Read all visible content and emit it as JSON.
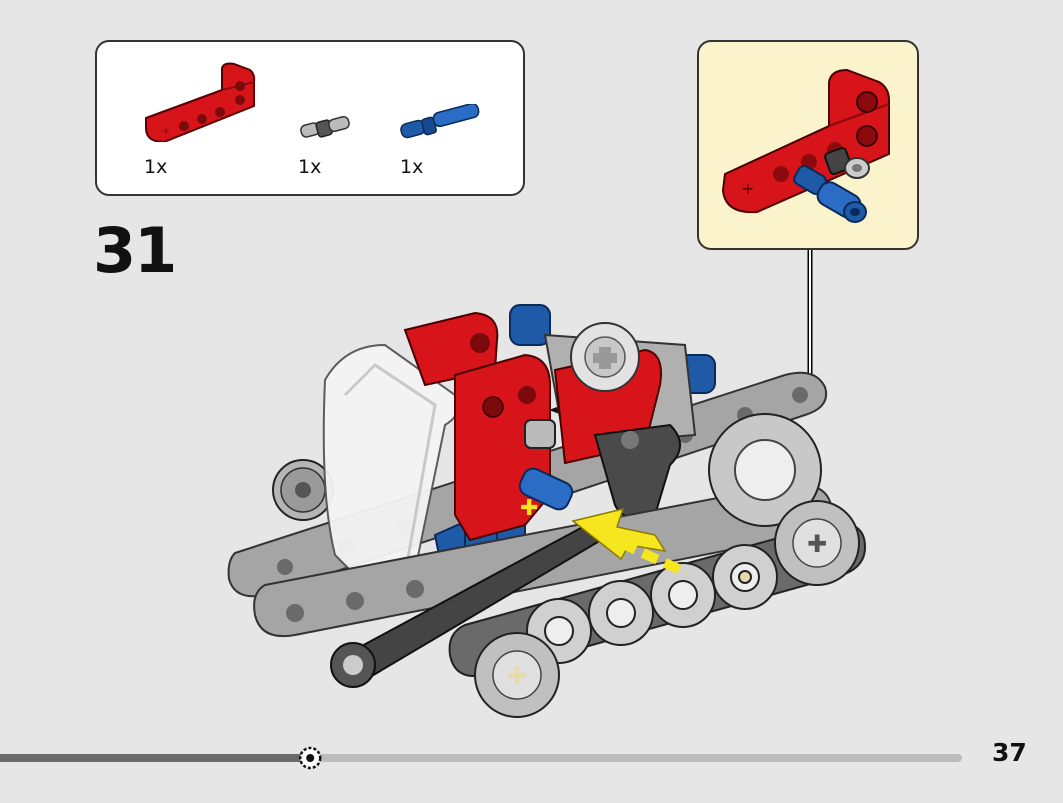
{
  "parts_list": {
    "items": [
      {
        "name": "red-beam",
        "qty": "1x"
      },
      {
        "name": "black-pin",
        "qty": "1x"
      },
      {
        "name": "blue-pin",
        "qty": "1x"
      }
    ]
  },
  "step": {
    "number": "31"
  },
  "page": {
    "number": "37"
  },
  "progress": {
    "fraction": 0.31
  },
  "colors": {
    "background": "#e6e6e6",
    "callout": "#fbf3cb",
    "red": "#d7141a",
    "blue": "#1e5aa8",
    "gray": "#a0a0a0",
    "yellow": "#f5e620"
  }
}
